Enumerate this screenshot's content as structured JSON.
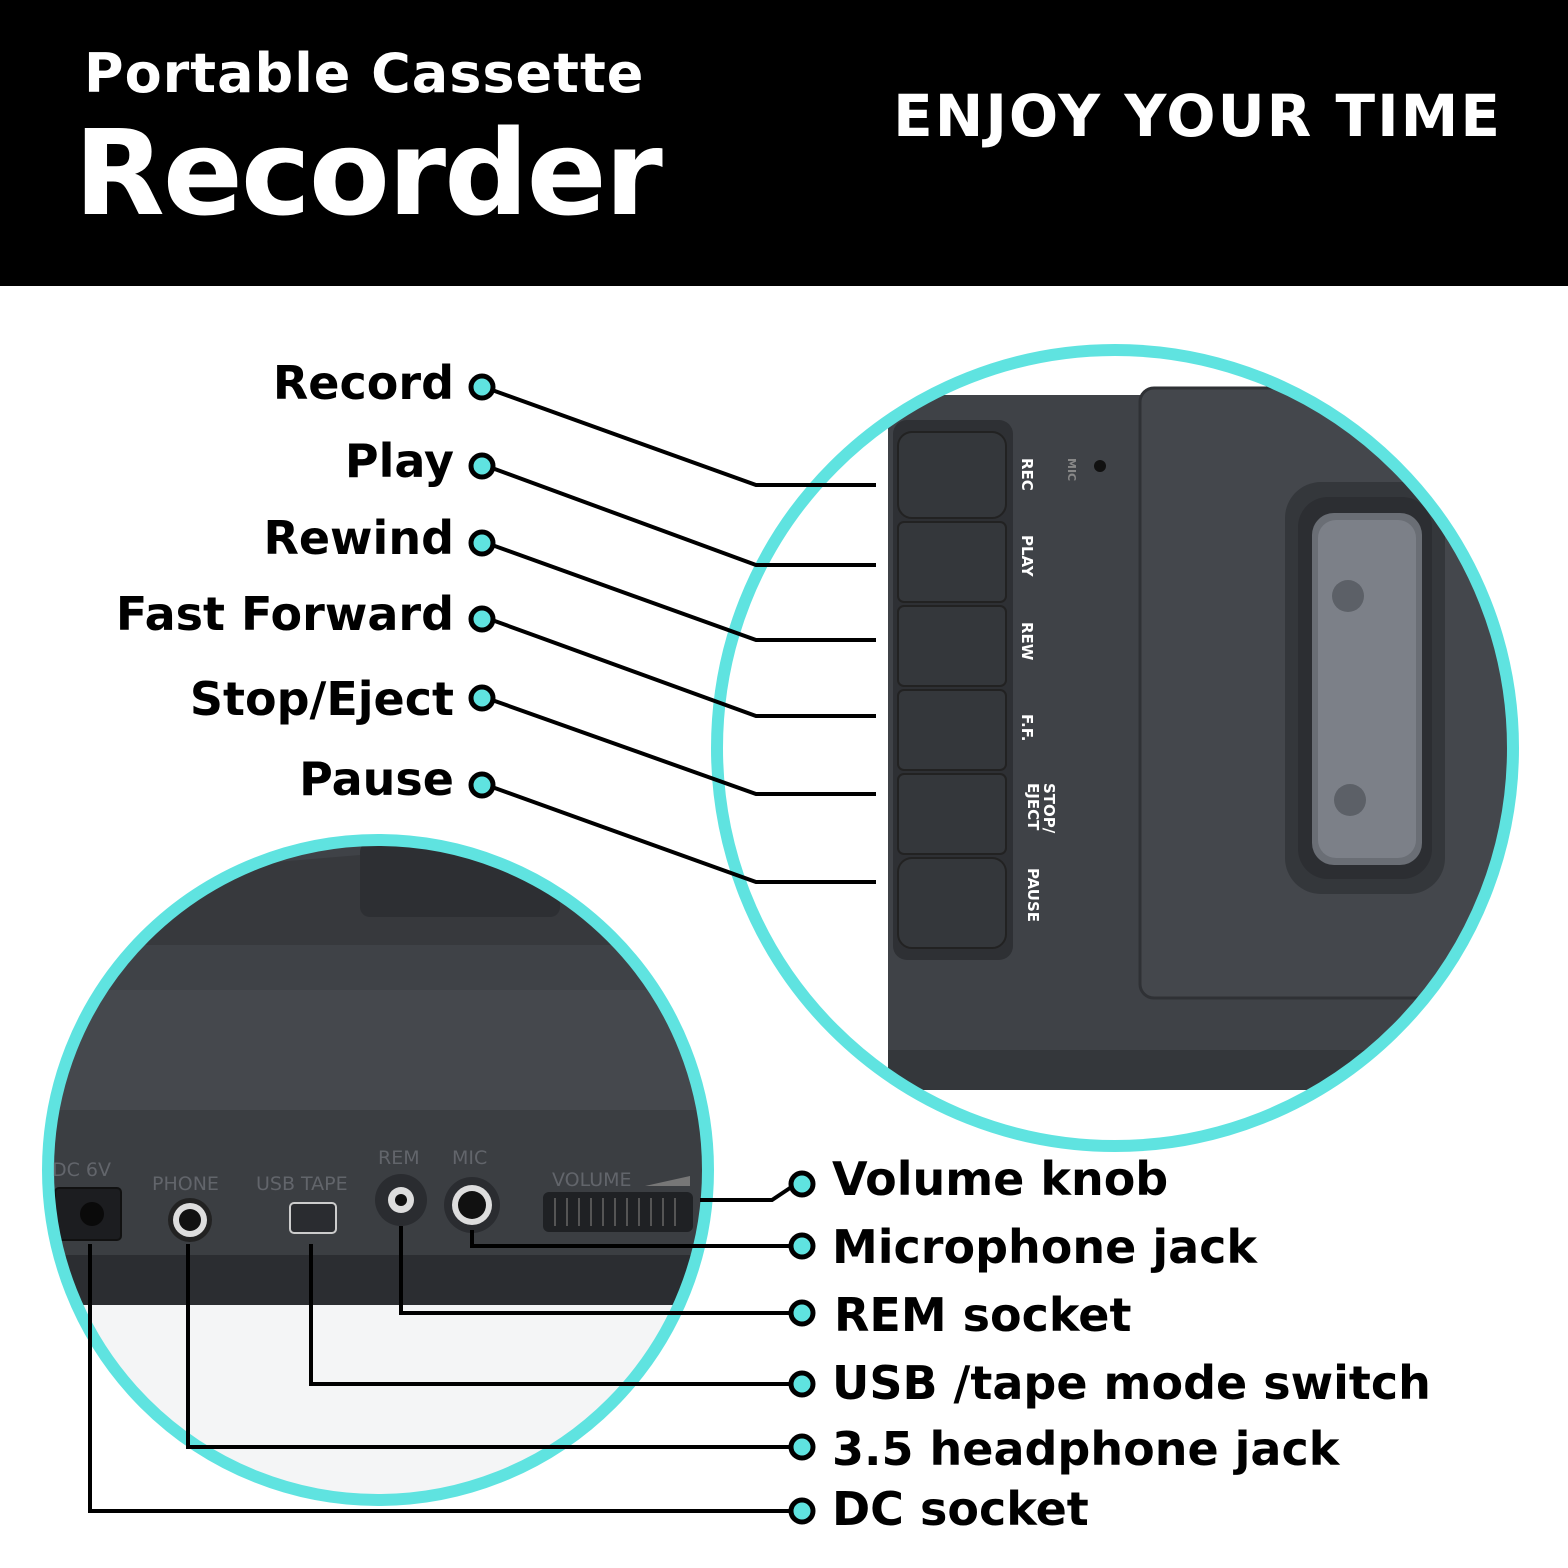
{
  "header": {
    "title_line1": "Portable Cassette",
    "title_line2": "Recorder",
    "tagline": "ENJOY YOUR TIME"
  },
  "colors": {
    "accent": "#5fe3e0",
    "device_body": "#3f4247",
    "device_dark": "#2b2d31",
    "header_bg": "#000000"
  },
  "top_callouts": [
    {
      "id": "record",
      "text": "Record"
    },
    {
      "id": "play",
      "text": "Play"
    },
    {
      "id": "rewind",
      "text": "Rewind"
    },
    {
      "id": "fast-forward",
      "text": "Fast Forward"
    },
    {
      "id": "stop-eject",
      "text": "Stop/Eject"
    },
    {
      "id": "pause",
      "text": "Pause"
    }
  ],
  "bottom_callouts": [
    {
      "id": "volume-knob",
      "text": "Volume knob"
    },
    {
      "id": "microphone-jack",
      "text": "Microphone jack"
    },
    {
      "id": "rem-socket",
      "text": "REM socket"
    },
    {
      "id": "usb-tape-switch",
      "text": "USB /tape mode switch"
    },
    {
      "id": "headphone-jack",
      "text": "3.5 headphone jack"
    },
    {
      "id": "dc-socket",
      "text": "DC socket"
    }
  ],
  "device_top_labels": {
    "mic": "MIC",
    "rec": "REC",
    "play": "PLAY",
    "rew": "REW",
    "ff": "F.F.",
    "stop_line1": "STOP/",
    "stop_line2": "EJECT",
    "pause": "PAUSE"
  },
  "device_side_labels": {
    "dc": "DC 6V",
    "phone": "PHONE",
    "usb_tape": "USB TAPE",
    "rem": "REM",
    "mic": "MIC",
    "volume": "VOLUME"
  }
}
